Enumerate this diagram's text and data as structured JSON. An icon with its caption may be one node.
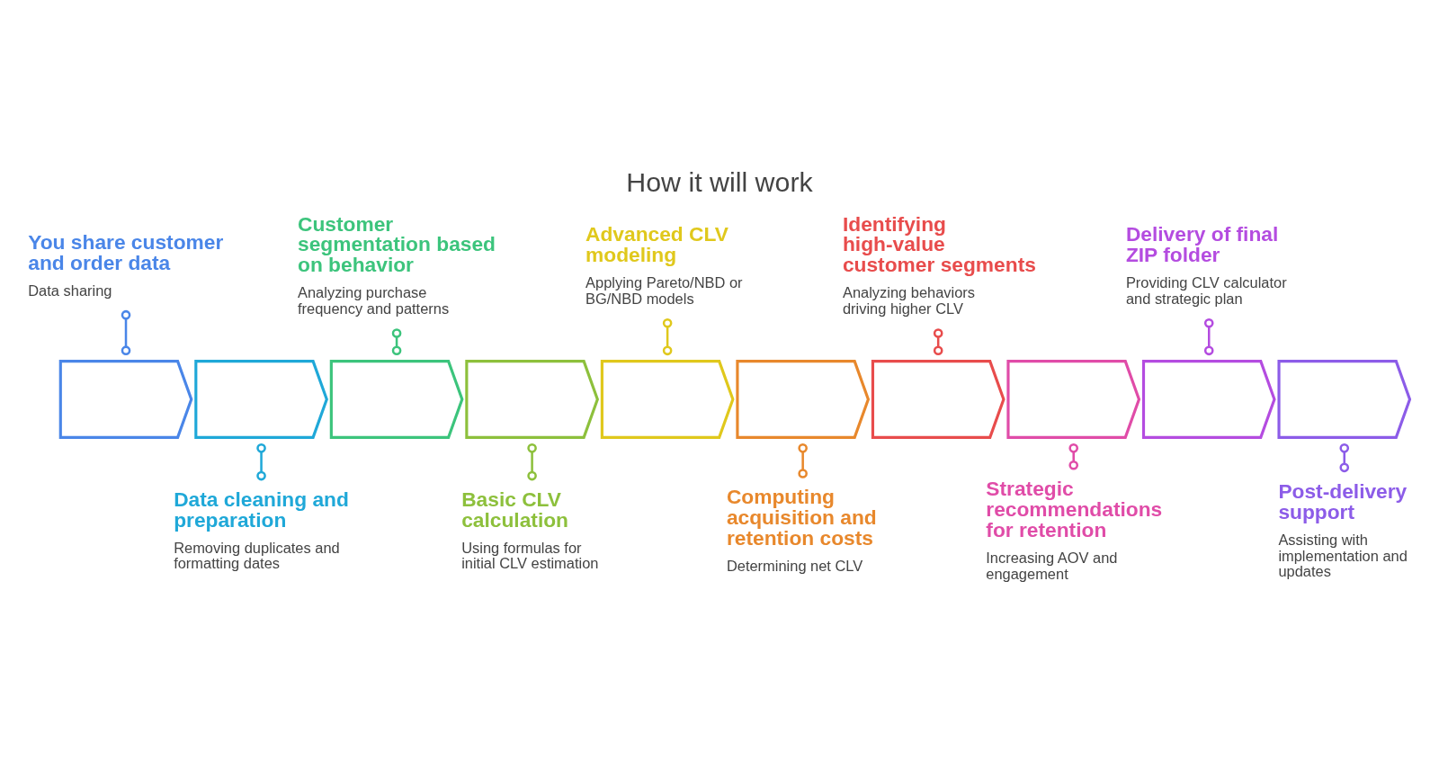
{
  "diagram": {
    "title": "How it will work",
    "nodes": [
      {
        "text": [],
        "shape": "chevron"
      },
      {
        "text": [],
        "shape": "chevron"
      },
      {
        "text": [],
        "shape": "chevron"
      },
      {
        "text": [],
        "shape": "chevron"
      },
      {
        "text": [],
        "shape": "chevron"
      },
      {
        "text": [],
        "shape": "chevron"
      },
      {
        "text": [],
        "shape": "chevron"
      },
      {
        "text": [],
        "shape": "chevron"
      },
      {
        "text": [],
        "shape": "chevron"
      },
      {
        "text": [],
        "shape": "chevron"
      },
      {
        "text": [
          "You share customer and order data",
          "Data sharing"
        ]
      },
      {
        "text": [
          "Data cleaning and preparation",
          "Removing duplicates and formatting dates"
        ]
      },
      {
        "text": [
          "Customer segmentation based on behavior",
          "Analyzing purchase frequency and patterns"
        ]
      },
      {
        "text": [
          "Basic CLV calculation",
          "Using formulas for initial CLV estimation"
        ]
      },
      {
        "text": [
          "Advanced CLV modeling",
          "Applying Pareto/NBD or BG/NBD models"
        ]
      },
      {
        "text": [
          "Computing acquisition and retention costs",
          "Determining net CLV"
        ]
      },
      {
        "text": [
          "Identifying high-value customer segments",
          "Analyzing behaviors driving higher CLV"
        ]
      },
      {
        "text": [
          "Strategic recommendations for retention",
          "Increasing AOV and engagement"
        ]
      },
      {
        "text": [
          "Delivery of final ZIP folder",
          "Providing CLV calculator and strategic plan"
        ]
      },
      {
        "text": [
          "Post-delivery support",
          "Assisting with implementation and updates"
        ]
      }
    ],
    "edges": [
      {
        "from": 10,
        "to": 0,
        "arrow": "other",
        "color": "#4a86e8"
      },
      {
        "from": 1,
        "to": 11,
        "arrow": "other",
        "color": "#1fa8d8"
      },
      {
        "from": 12,
        "to": 2,
        "arrow": "other",
        "color": "#3cc47c"
      },
      {
        "from": 3,
        "to": 13,
        "arrow": "other",
        "color": "#8dc03c"
      },
      {
        "from": 14,
        "to": 4,
        "arrow": "other",
        "color": "#e0c81c"
      },
      {
        "from": 5,
        "to": 15,
        "arrow": "other",
        "color": "#e8882c"
      },
      {
        "from": 16,
        "to": 6,
        "arrow": "other",
        "color": "#e84c4c"
      },
      {
        "from": 7,
        "to": 17,
        "arrow": "other",
        "color": "#e04ca8"
      },
      {
        "from": 18,
        "to": 8,
        "arrow": "other",
        "color": "#b44ce0"
      },
      {
        "from": 9,
        "to": 19,
        "arrow": "other",
        "color": "#8c5ce8"
      }
    ]
  }
}
